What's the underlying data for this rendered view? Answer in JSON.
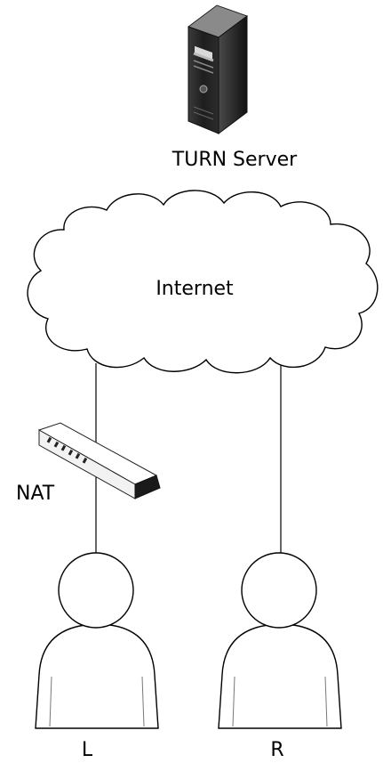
{
  "labels": {
    "server": "TURN Server",
    "cloud": "Internet",
    "nat": "NAT",
    "left_peer": "L",
    "right_peer": "R"
  },
  "icons": {
    "server": "server-tower-icon",
    "cloud": "cloud-icon",
    "nat": "network-switch-icon",
    "left_peer": "user-icon",
    "right_peer": "user-icon"
  },
  "colors": {
    "stroke": "#000000",
    "fill": "#ffffff",
    "server_dark": "#1a1a1a",
    "nat_face": "#f2f2f2"
  }
}
